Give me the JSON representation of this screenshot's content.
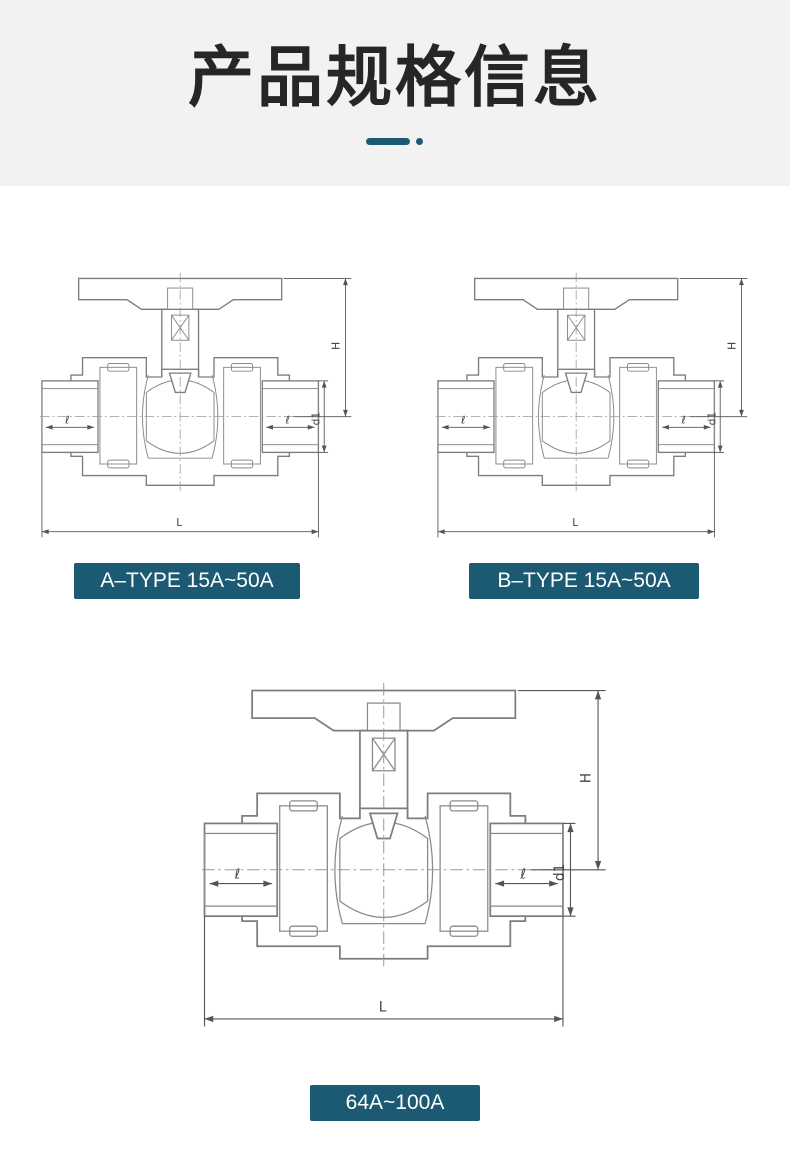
{
  "header": {
    "title": "产品规格信息"
  },
  "dimension_labels": {
    "height": "H",
    "diameter": "d1",
    "length": "L",
    "socket": "ℓ"
  },
  "diagrams": [
    {
      "label": "A–TYPE 15A~50A"
    },
    {
      "label": "B–TYPE 15A~50A"
    },
    {
      "label": "64A~100A"
    }
  ]
}
